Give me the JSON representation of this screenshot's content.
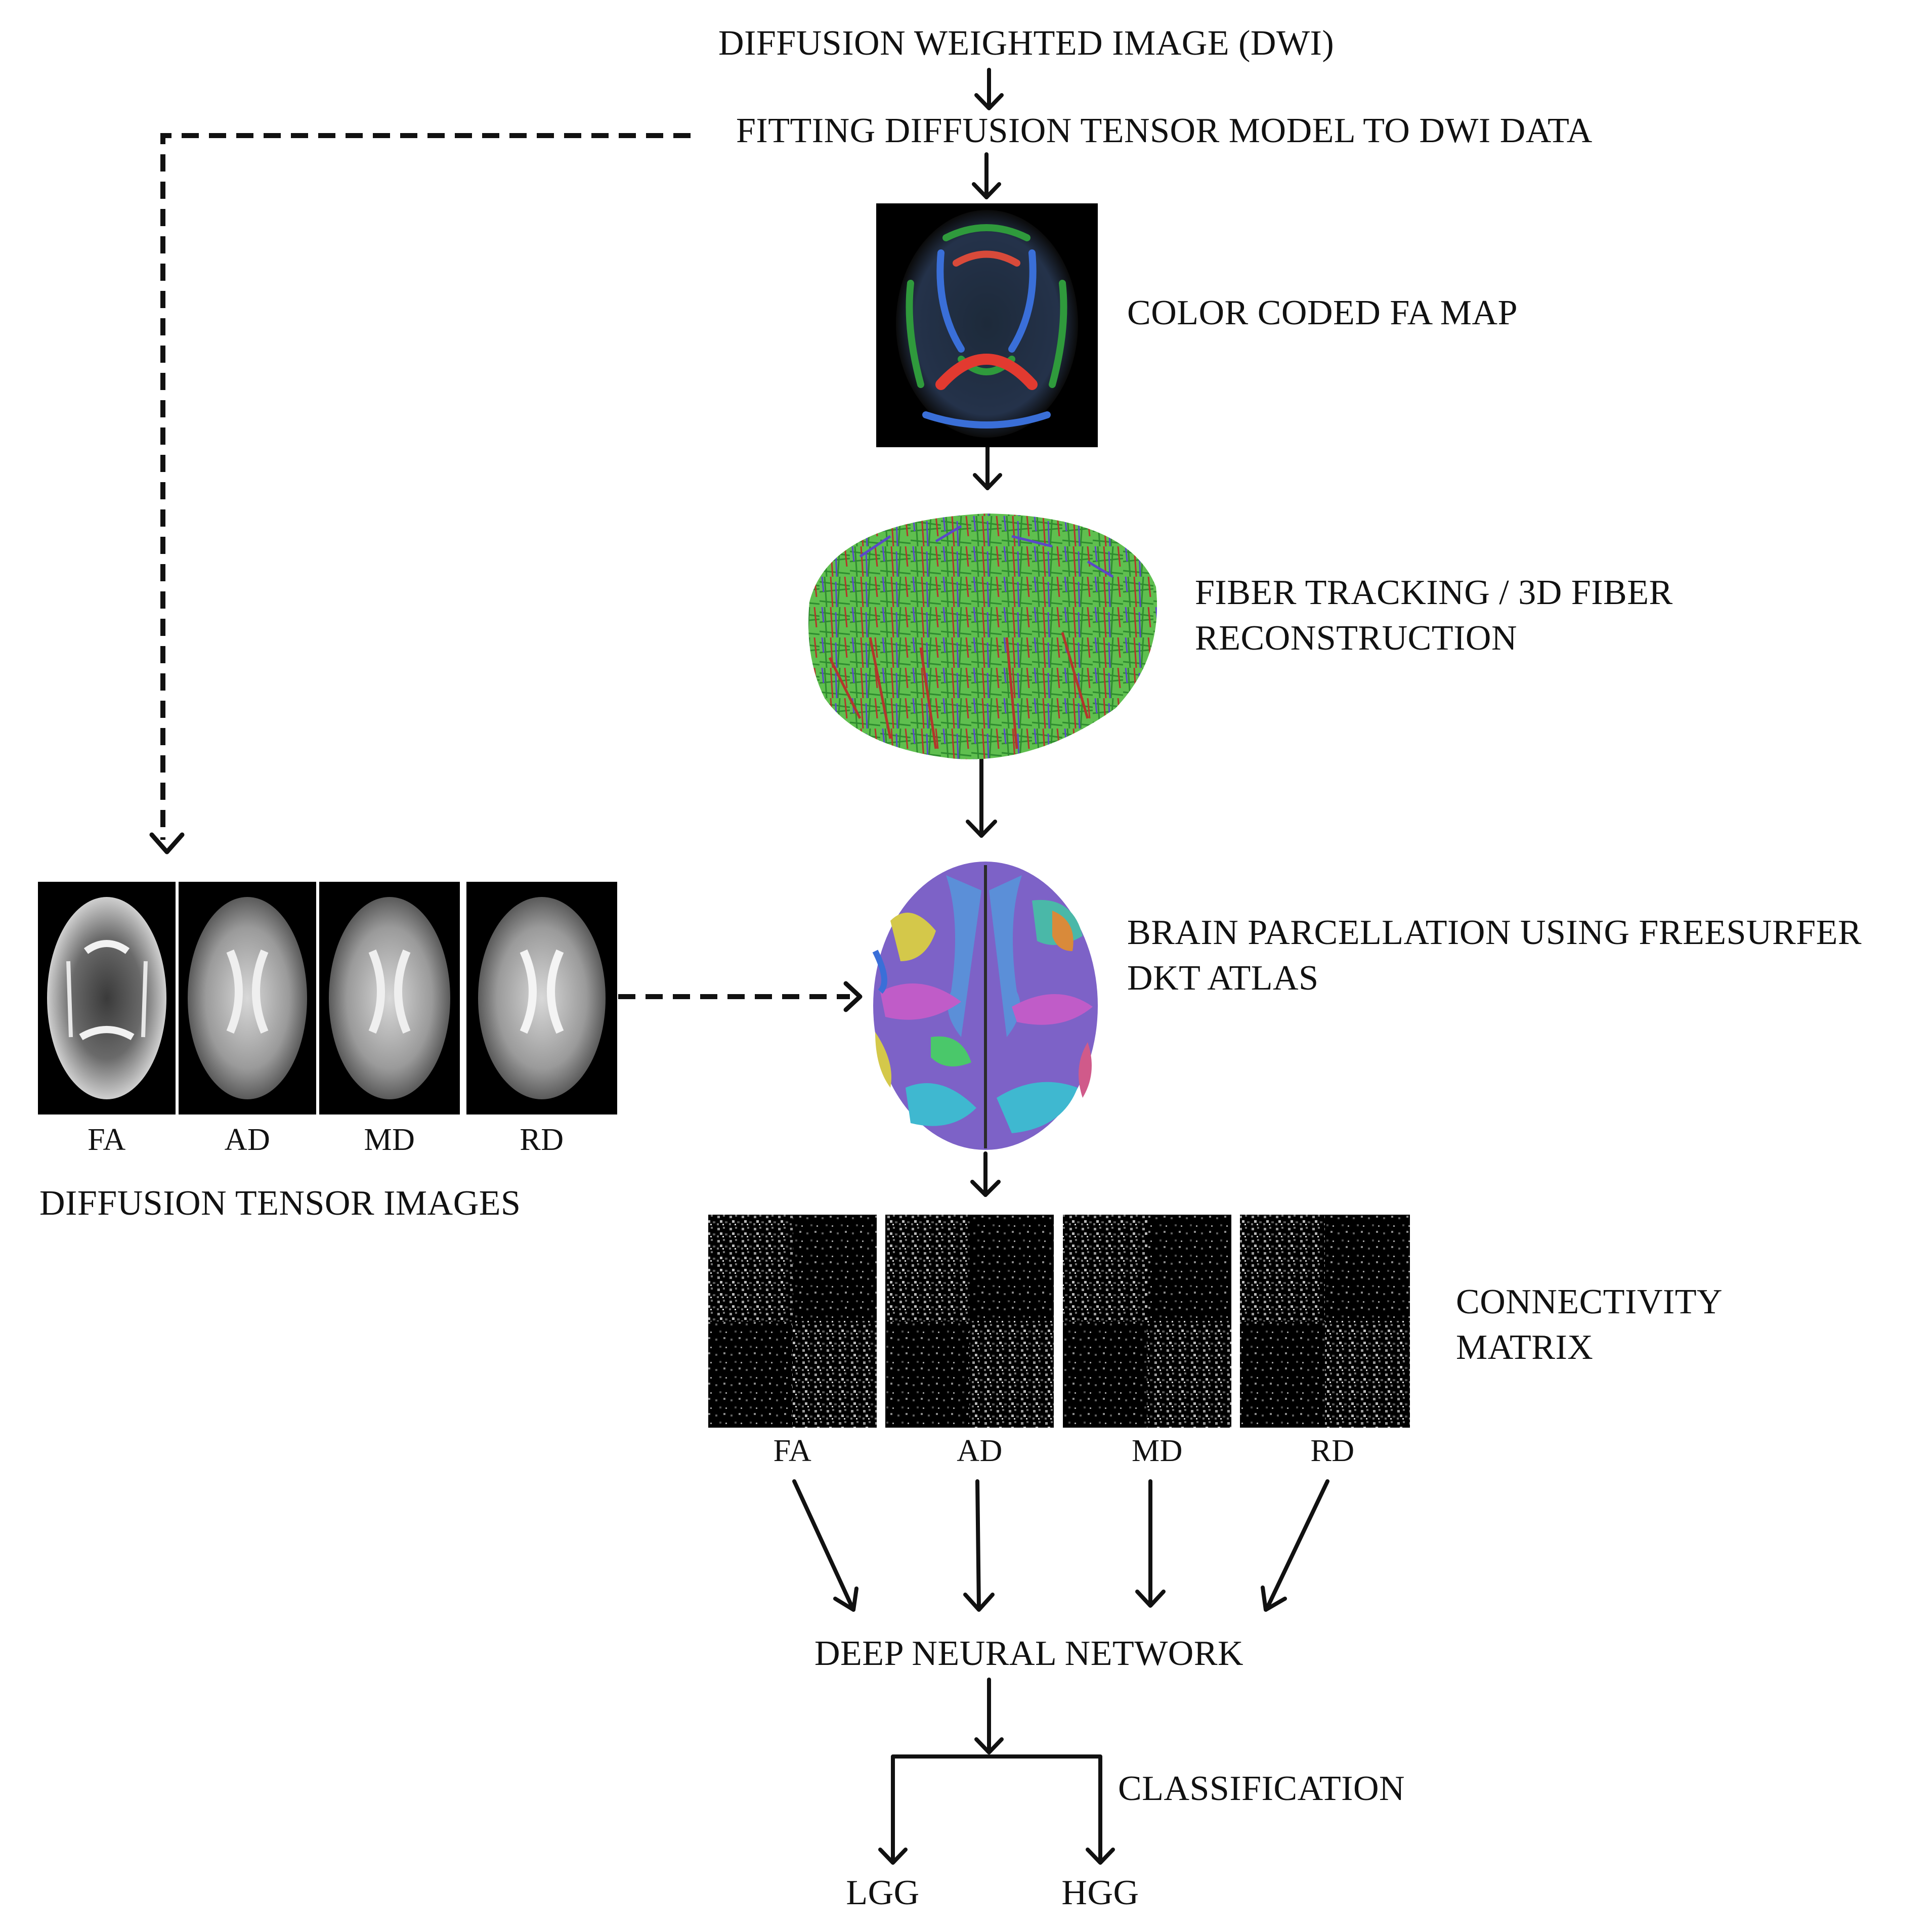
{
  "flow": {
    "dwi": "DIFFUSION WEIGHTED IMAGE (DWI)",
    "fitting": "FITTING DIFFUSION TENSOR MODEL TO DWI DATA",
    "fa_map": "COLOR CODED FA MAP",
    "fiber_line1": "FIBER TRACKING / 3D FIBER",
    "fiber_line2": "RECONSTRUCTION",
    "parcel_line1": "BRAIN PARCELLATION USING FREESURFER",
    "parcel_line2": "DKT ATLAS",
    "conn_line1": "CONNECTIVITY",
    "conn_line2": "MATRIX",
    "dnn": "DEEP NEURAL NETWORK",
    "classification": "CLASSIFICATION",
    "out_lgg": "LGG",
    "out_hgg": "HGG"
  },
  "dti": {
    "title": "DIFFUSION TENSOR IMAGES",
    "labels": [
      "FA",
      "AD",
      "MD",
      "RD"
    ]
  },
  "matrix": {
    "labels": [
      "FA",
      "AD",
      "MD",
      "RD"
    ]
  },
  "colors": {
    "text": "#111111",
    "arrow": "#111111",
    "panel_bg": "#000000",
    "fiber_green": "#3fae3a",
    "fiber_red": "#c0392b",
    "fiber_blue": "#5b4bc4"
  }
}
